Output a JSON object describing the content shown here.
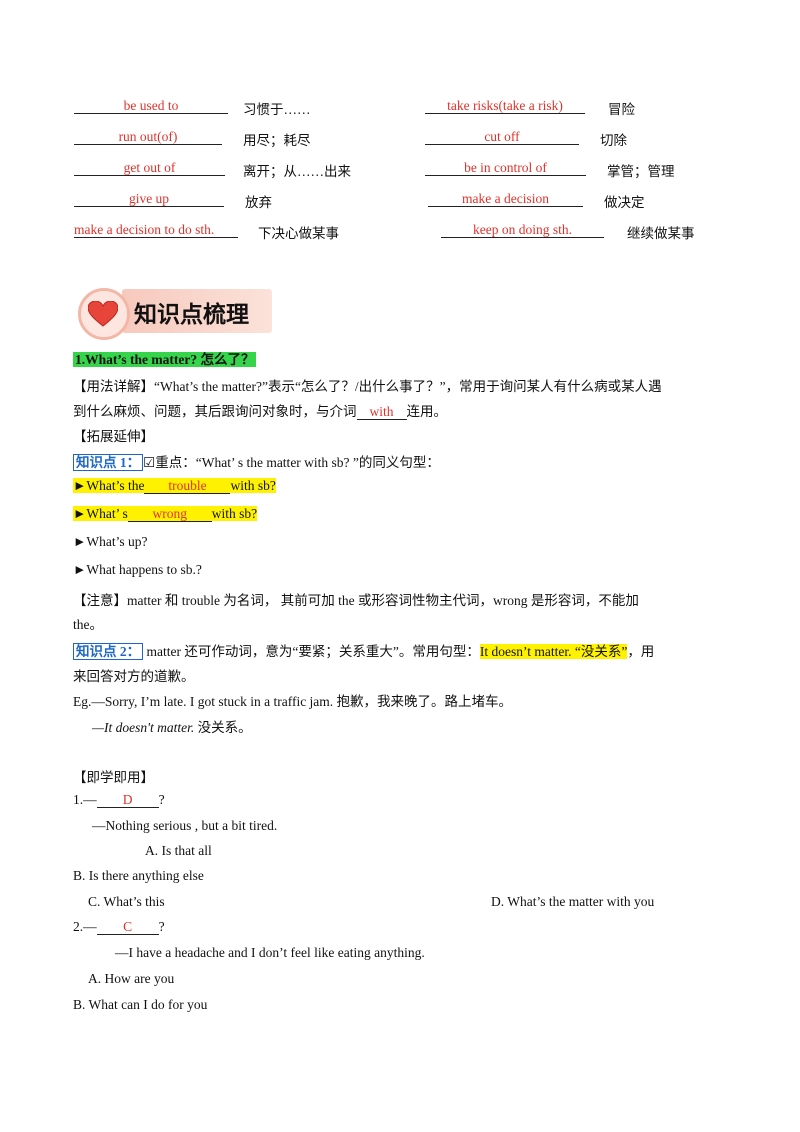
{
  "vocab": [
    {
      "left": "be used to",
      "left_meaning": "习惯于……",
      "right": "take risks(take a risk)",
      "right_meaning": "冒险"
    },
    {
      "left": "run out(of)",
      "left_meaning": "用尽；耗尽",
      "right": "cut off",
      "right_meaning": "切除"
    },
    {
      "left": "get out of",
      "left_meaning": "离开；从……出来",
      "right": "be in control of",
      "right_meaning": "掌管；管理"
    },
    {
      "left": "give up",
      "left_meaning": "放弃",
      "right": "make a decision",
      "right_meaning": "做决定"
    },
    {
      "left": "make a decision to do sth.",
      "left_meaning": "下决心做某事",
      "right": "keep on doing sth.",
      "right_meaning": "继续做某事"
    }
  ],
  "section_title": "知识点梳理",
  "point1_heading": "1.What’s the matter? 怎么了？",
  "usage": {
    "label": "【用法详解】",
    "text1": "“What’s the matter?”表示“怎么了？/出什么事了？”，常用于询问某人有什么病或某人遇",
    "text2a": "到什么麻烦、问题，其后跟询问对象时，与介词",
    "answer": "with",
    "text2b": "连用。"
  },
  "extend_label": "【拓展延伸】",
  "kp1": {
    "tag": "知识点 1：",
    "text": "☑重点：“What’ s the matter with sb? ”的同义句型：",
    "items": [
      {
        "pre": "►What’s the",
        "blank": "trouble",
        "post": "with sb?",
        "highlight": true
      },
      {
        "pre": "►What’ s",
        "blank": "wrong",
        "post": "with sb?",
        "highlight": true
      },
      {
        "pre": "►What’s up?",
        "blank": "",
        "post": "",
        "highlight": false
      },
      {
        "pre": "►What happens to sb.?",
        "blank": "",
        "post": "",
        "highlight": false
      }
    ]
  },
  "note": {
    "line1": "【注意】matter 和 trouble 为名词， 其前可加 the 或形容词性物主代词，wrong 是形容词，不能加",
    "line2": "the。"
  },
  "kp2": {
    "tag": "知识点 2：",
    "text_a": "matter 还可作动词，意为“要紧；关系重大”。常用句型：",
    "hl": "It doesn’t matter. “没关系”",
    "text_b": "，用",
    "line2": "来回答对方的道歉。"
  },
  "example": {
    "line1": "Eg.—Sorry, I’m late. I got stuck in a traffic jam. 抱歉，我来晚了。路上堵车。",
    "line2_italic": "—It doesn't matter.",
    "line2_rest": "没关系。"
  },
  "practice_label": "【即学即用】",
  "questions": [
    {
      "num": "1.—",
      "answer": "D",
      "q_end": "?",
      "reply": "—Nothing serious , but a bit tired.",
      "options": [
        "A. Is that all",
        "B. Is there anything else",
        "C. What’s this",
        "D. What’s the matter with you"
      ]
    },
    {
      "num": "2.—",
      "answer": "C",
      "q_end": "?",
      "reply": "—I have a headache and I don’t feel like eating anything.",
      "options": [
        "A. How are you",
        "B. What can I do for you"
      ]
    }
  ]
}
